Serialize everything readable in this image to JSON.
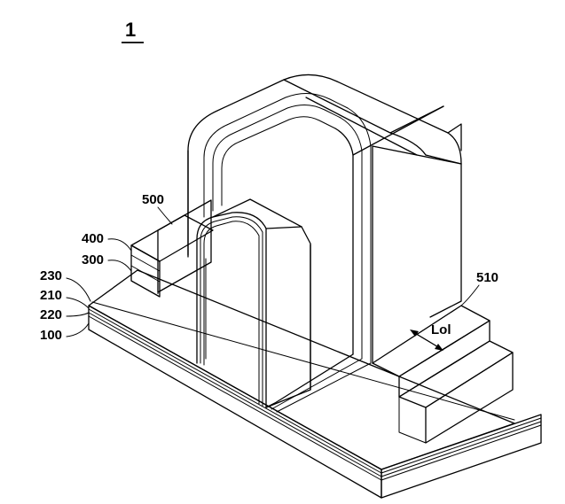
{
  "figure": {
    "number": "1",
    "labels": {
      "l500": "500",
      "l400": "400",
      "l300": "300",
      "l230": "230",
      "l210": "210",
      "l220": "220",
      "l100": "100",
      "l510": "510",
      "lol": "Lol"
    }
  }
}
